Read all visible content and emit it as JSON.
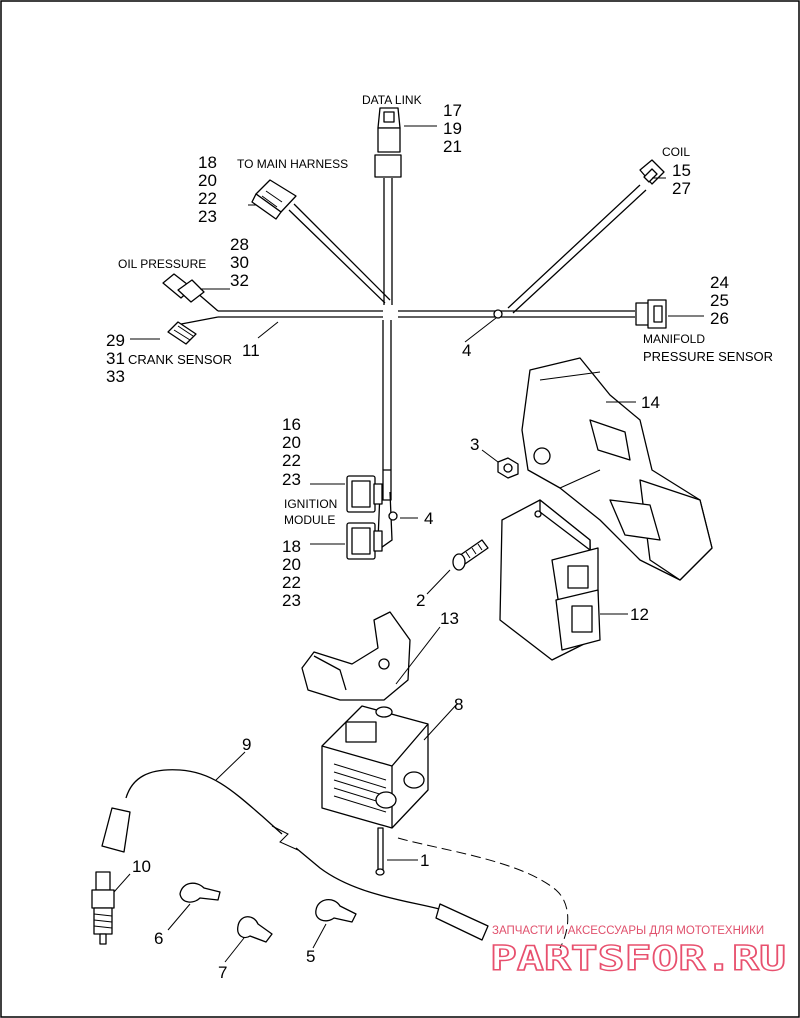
{
  "callouts": {
    "n1": "1",
    "n2": "2",
    "n3": "3",
    "n4a": "4",
    "n4b": "4",
    "n5": "5",
    "n6": "6",
    "n7": "7",
    "n8": "8",
    "n9": "9",
    "n10": "10",
    "n11": "11",
    "n12": "12",
    "n13": "13",
    "n14": "14",
    "n15": "15",
    "n16": "16",
    "n17": "17",
    "n18a": "18",
    "n18b": "18",
    "n19": "19",
    "n20a": "20",
    "n20b": "20",
    "n20c": "20",
    "n21": "21",
    "n22a": "22",
    "n22b": "22",
    "n22c": "22",
    "n23a": "23",
    "n23b": "23",
    "n23c": "23",
    "n24": "24",
    "n25": "25",
    "n26": "26",
    "n27": "27",
    "n28": "28",
    "n29": "29",
    "n30": "30",
    "n31": "31",
    "n32": "32",
    "n33": "33"
  },
  "captions": {
    "data_link": "DATA LINK",
    "to_main_harness": "TO MAIN HARNESS",
    "coil": "COIL",
    "oil_pressure": "OIL PRESSURE",
    "crank_sensor": "CRANK SENSOR",
    "manifold": "MANIFOLD",
    "pressure_sensor": "PRESSURE SENSOR",
    "ignition": "IGNITION",
    "module": "MODULE"
  },
  "watermark": {
    "tagline": "ЗАПЧАСТИ И АКСЕССУАРЫ ДЛЯ МОТОТЕХНИКИ",
    "brand": "PARTSFOR.RU"
  },
  "colors": {
    "line": "#000000",
    "background": "#ffffff",
    "watermark": "#e8506e"
  }
}
